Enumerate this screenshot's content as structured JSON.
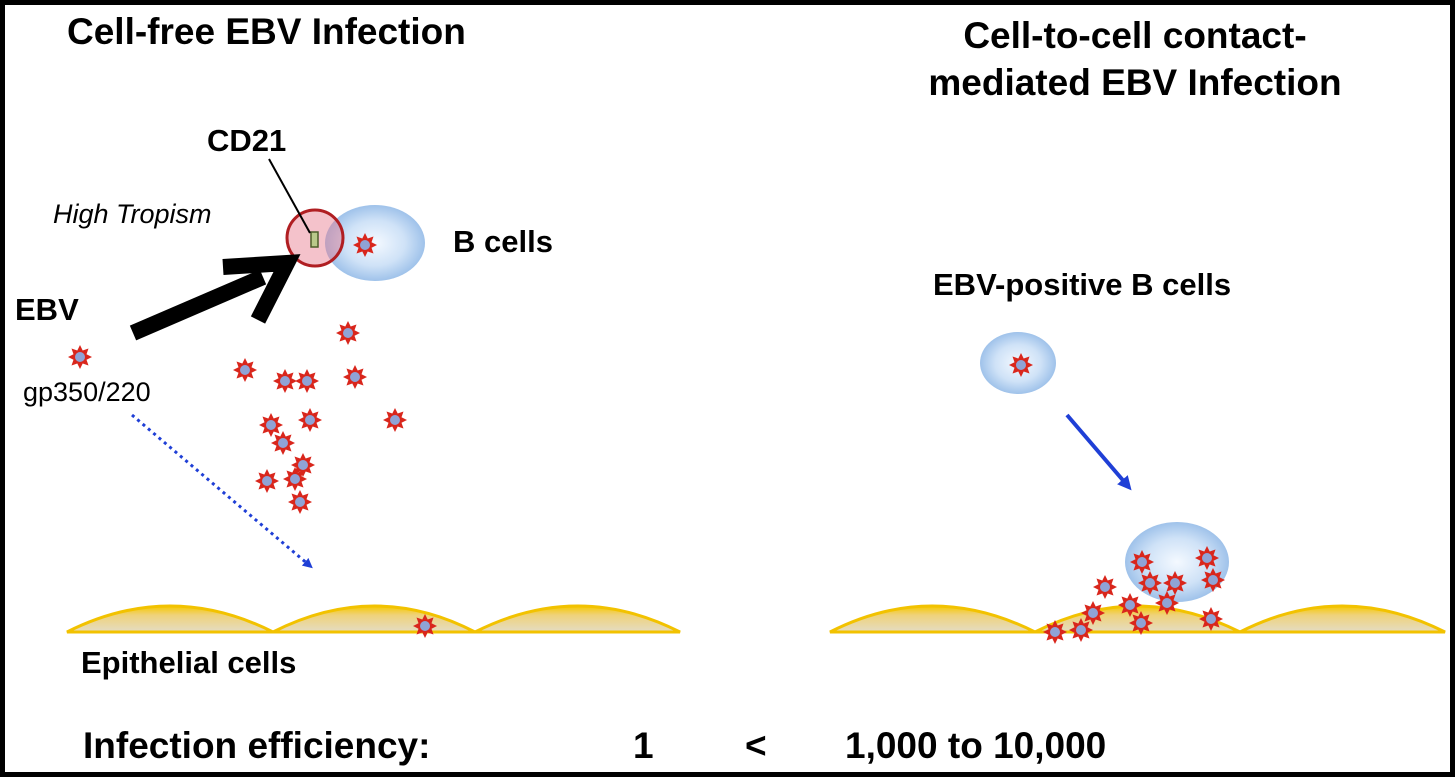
{
  "left_panel": {
    "title": "Cell-free EBV Infection",
    "cd21_label": "CD21",
    "tropism_label": "High Tropism",
    "b_cells_label": "B cells",
    "ebv_label": "EBV",
    "glycoprotein_label": "gp350/220",
    "epithelial_label": "Epithelial cells"
  },
  "right_panel": {
    "title_line1": "Cell-to-cell contact-",
    "title_line2": "mediated EBV Infection",
    "ebv_positive_label": "EBV-positive B cells"
  },
  "footer": {
    "efficiency_label": "Infection efficiency:",
    "cell_free_value": "1",
    "comparator": "<",
    "cell_to_cell_value": "1,000 to 10,000"
  },
  "colors": {
    "virus_spike": "#d9261c",
    "virus_core": "#8fa3d6",
    "b_cell_fill": "#bcd6f2",
    "epithelium_edge": "#f2c200",
    "epithelium_fill": "#e6cf8a",
    "tropism_ring": "#b01e22",
    "blue_arrow": "#1f3fd6"
  }
}
